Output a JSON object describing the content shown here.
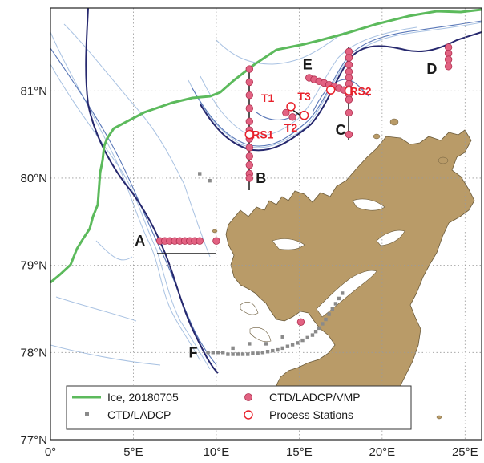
{
  "axes": {
    "x_ticks": [
      {
        "value": 0,
        "label": "0°"
      },
      {
        "value": 5,
        "label": "5°E"
      },
      {
        "value": 10,
        "label": "10°E"
      },
      {
        "value": 15,
        "label": "15°E"
      },
      {
        "value": 20,
        "label": "20°E"
      },
      {
        "value": 25,
        "label": "25°E"
      }
    ],
    "y_ticks": [
      {
        "value": 77,
        "label": "77°N"
      },
      {
        "value": 78,
        "label": "78°N"
      },
      {
        "value": 79,
        "label": "79°N"
      },
      {
        "value": 80,
        "label": "80°N"
      },
      {
        "value": 81,
        "label": "81°N"
      }
    ],
    "lon_range": [
      0,
      26
    ],
    "lat_range": [
      77,
      81.95
    ],
    "grid": true
  },
  "sections": [
    {
      "label": "A",
      "lon": 5.4,
      "lat": 79.28
    },
    {
      "label": "B",
      "lon": 12.7,
      "lat": 80.0
    },
    {
      "label": "C",
      "lon": 17.5,
      "lat": 80.55
    },
    {
      "label": "D",
      "lon": 23.0,
      "lat": 81.25
    },
    {
      "label": "E",
      "lon": 15.5,
      "lat": 81.3
    },
    {
      "label": "F",
      "lon": 8.6,
      "lat": 78.0
    }
  ],
  "process_labels": [
    {
      "label": "T1",
      "lon": 13.1,
      "lat": 80.92
    },
    {
      "label": "T2",
      "lon": 14.5,
      "lat": 80.58
    },
    {
      "label": "T3",
      "lon": 15.3,
      "lat": 80.94
    },
    {
      "label": "RS1",
      "lon": 12.8,
      "lat": 80.5
    },
    {
      "label": "RS2",
      "lon": 18.7,
      "lat": 81.0
    }
  ],
  "stations": {
    "vmp": [
      [
        6.6,
        79.28
      ],
      [
        6.9,
        79.28
      ],
      [
        7.2,
        79.28
      ],
      [
        7.5,
        79.28
      ],
      [
        7.8,
        79.28
      ],
      [
        8.1,
        79.28
      ],
      [
        8.4,
        79.28
      ],
      [
        8.7,
        79.28
      ],
      [
        9.0,
        79.28
      ],
      [
        10.0,
        79.28
      ],
      [
        12.0,
        81.25
      ],
      [
        12.0,
        81.1
      ],
      [
        12.0,
        80.95
      ],
      [
        12.0,
        80.8
      ],
      [
        12.0,
        80.65
      ],
      [
        12.0,
        80.55
      ],
      [
        12.0,
        80.45
      ],
      [
        12.0,
        80.35
      ],
      [
        12.0,
        80.25
      ],
      [
        12.0,
        80.15
      ],
      [
        12.0,
        80.05
      ],
      [
        12.0,
        80.0
      ],
      [
        18.0,
        81.45
      ],
      [
        18.0,
        81.38
      ],
      [
        18.0,
        81.3
      ],
      [
        18.0,
        81.22
      ],
      [
        18.0,
        81.15
      ],
      [
        18.0,
        81.08
      ],
      [
        18.0,
        81.02
      ],
      [
        18.0,
        80.96
      ],
      [
        18.0,
        80.9
      ],
      [
        18.0,
        80.75
      ],
      [
        18.0,
        80.5
      ],
      [
        15.6,
        81.15
      ],
      [
        15.9,
        81.13
      ],
      [
        16.2,
        81.11
      ],
      [
        16.5,
        81.09
      ],
      [
        16.8,
        81.07
      ],
      [
        17.1,
        81.05
      ],
      [
        17.4,
        81.03
      ],
      [
        17.7,
        81.01
      ],
      [
        24.0,
        81.5
      ],
      [
        24.0,
        81.43
      ],
      [
        24.0,
        81.36
      ],
      [
        24.0,
        81.28
      ],
      [
        14.2,
        80.75
      ],
      [
        14.6,
        80.7
      ],
      [
        15.1,
        78.35
      ]
    ],
    "process": [
      [
        12.0,
        80.5
      ],
      [
        14.5,
        80.82
      ],
      [
        15.3,
        80.72
      ],
      [
        16.9,
        81.01
      ],
      [
        18.0,
        81.0
      ]
    ],
    "ctd": [
      [
        9.5,
        78.0
      ],
      [
        9.8,
        78.0
      ],
      [
        10.1,
        78.0
      ],
      [
        10.4,
        78.0
      ],
      [
        10.7,
        77.98
      ],
      [
        11.0,
        77.98
      ],
      [
        11.3,
        77.98
      ],
      [
        11.6,
        77.98
      ],
      [
        11.9,
        77.98
      ],
      [
        12.2,
        77.99
      ],
      [
        12.5,
        77.99
      ],
      [
        12.8,
        78.0
      ],
      [
        13.1,
        78.01
      ],
      [
        13.4,
        78.02
      ],
      [
        13.7,
        78.03
      ],
      [
        14.0,
        78.05
      ],
      [
        14.3,
        78.07
      ],
      [
        14.6,
        78.09
      ],
      [
        14.9,
        78.11
      ],
      [
        15.2,
        78.14
      ],
      [
        15.5,
        78.17
      ],
      [
        15.8,
        78.2
      ],
      [
        16.0,
        78.24
      ],
      [
        16.2,
        78.28
      ],
      [
        16.4,
        78.33
      ],
      [
        16.6,
        78.38
      ],
      [
        16.8,
        78.44
      ],
      [
        17.0,
        78.5
      ],
      [
        17.2,
        78.56
      ],
      [
        17.4,
        78.62
      ],
      [
        17.6,
        78.68
      ],
      [
        12.0,
        78.1
      ],
      [
        13.0,
        78.1
      ],
      [
        14.0,
        78.18
      ],
      [
        11.0,
        78.05
      ],
      [
        9.0,
        80.05
      ],
      [
        9.6,
        79.97
      ]
    ]
  },
  "legend": {
    "ice_label": "Ice, 20180705",
    "ctd_label": "CTD/LADCP",
    "vmp_label": "CTD/LADCP/VMP",
    "process_label": "Process Stations"
  },
  "colors": {
    "land": "#b99b68",
    "ocean": "#ffffff",
    "ice": "#5cba5c",
    "bathy_thick": "#26286e",
    "bathy_mid": "#5a78b8",
    "bathy_light": "#a9c2e2",
    "station": "#e26282",
    "process": "#e8202a",
    "ctd": "#8a8a8a",
    "grid": "#9a9a9a"
  }
}
